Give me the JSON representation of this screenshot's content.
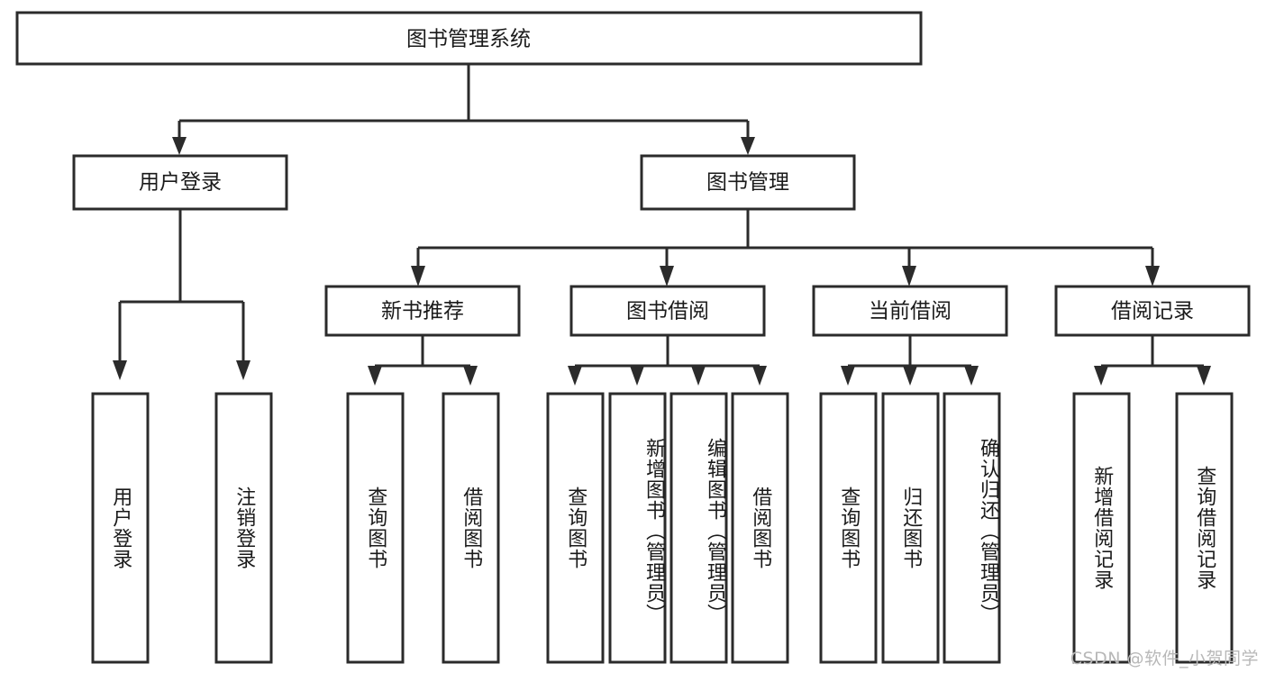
{
  "diagram": {
    "type": "tree",
    "title": "图书管理系统",
    "root": {
      "label": "图书管理系统",
      "id": "root"
    },
    "level2": [
      {
        "id": "user-login",
        "label": "用户登录"
      },
      {
        "id": "book-manage",
        "label": "图书管理"
      }
    ],
    "level3": [
      {
        "id": "new-book-recommend",
        "label": "新书推荐",
        "parent": "book-manage"
      },
      {
        "id": "book-borrow",
        "label": "图书借阅",
        "parent": "book-manage"
      },
      {
        "id": "current-borrow",
        "label": "当前借阅",
        "parent": "book-manage"
      },
      {
        "id": "borrow-record",
        "label": "借阅记录",
        "parent": "book-manage"
      }
    ],
    "leaves": [
      {
        "id": "leaf-user-login",
        "label": "用户登录",
        "parent": "user-login"
      },
      {
        "id": "leaf-user-logout",
        "label": "注销登录",
        "parent": "user-login"
      },
      {
        "id": "leaf-query-book-1",
        "label": "查询图书",
        "parent": "new-book-recommend"
      },
      {
        "id": "leaf-borrow-book-1",
        "label": "借阅图书",
        "parent": "new-book-recommend"
      },
      {
        "id": "leaf-query-book-2",
        "label": "查询图书",
        "parent": "book-borrow"
      },
      {
        "id": "leaf-add-book",
        "label": "新增图书（管理员）",
        "parent": "book-borrow"
      },
      {
        "id": "leaf-edit-book",
        "label": "编辑图书（管理员）",
        "parent": "book-borrow"
      },
      {
        "id": "leaf-borrow-book-2",
        "label": "借阅图书",
        "parent": "book-borrow"
      },
      {
        "id": "leaf-query-book-3",
        "label": "查询图书",
        "parent": "current-borrow"
      },
      {
        "id": "leaf-return-book",
        "label": "归还图书",
        "parent": "current-borrow"
      },
      {
        "id": "leaf-confirm-return",
        "label": "确认归还（管理员）",
        "parent": "current-borrow"
      },
      {
        "id": "leaf-add-record",
        "label": "新增借阅记录",
        "parent": "borrow-record"
      },
      {
        "id": "leaf-query-record",
        "label": "查询借阅记录",
        "parent": "borrow-record"
      }
    ]
  },
  "watermark": {
    "text": "CSDN @软件_小贺同学"
  },
  "colors": {
    "stroke": "#2b2b2b",
    "box_fill": "#ffffff",
    "text": "#1a1a1a",
    "watermark": "#b8b8b8",
    "background": "#ffffff"
  }
}
